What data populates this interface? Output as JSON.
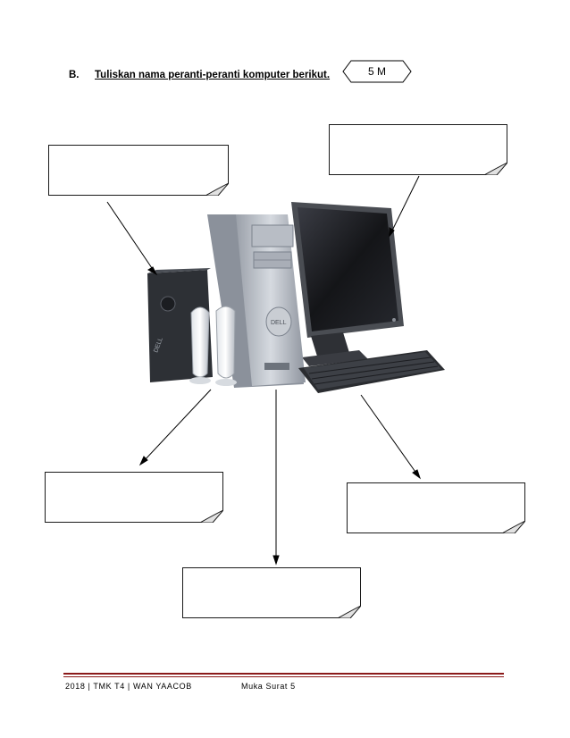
{
  "question": {
    "number": "B.",
    "instruction": "Tuliskan nama peranti-peranti komputer berikut.",
    "marks": "5 M"
  },
  "answer_boxes": [
    {
      "id": "speaker-box",
      "value": ""
    },
    {
      "id": "monitor-box",
      "value": ""
    },
    {
      "id": "mouse-box",
      "value": ""
    },
    {
      "id": "keyboard-box",
      "value": ""
    },
    {
      "id": "system-unit-box",
      "value": ""
    }
  ],
  "illustration": {
    "tower_brand": "DELL",
    "speaker_brand": "DELL",
    "colors": {
      "tower": "#c2c7cf",
      "tower_dark": "#7b828d",
      "monitor_frame": "#3b3d42",
      "screen": "#1c1d22",
      "keyboard": "#2a2c30",
      "speaker": "#2d3035"
    }
  },
  "footer": {
    "left": "2018 | TMK T4 | WAN YAACOB",
    "right": "Muka Surat 5",
    "line_color": "#8b1a1a"
  }
}
